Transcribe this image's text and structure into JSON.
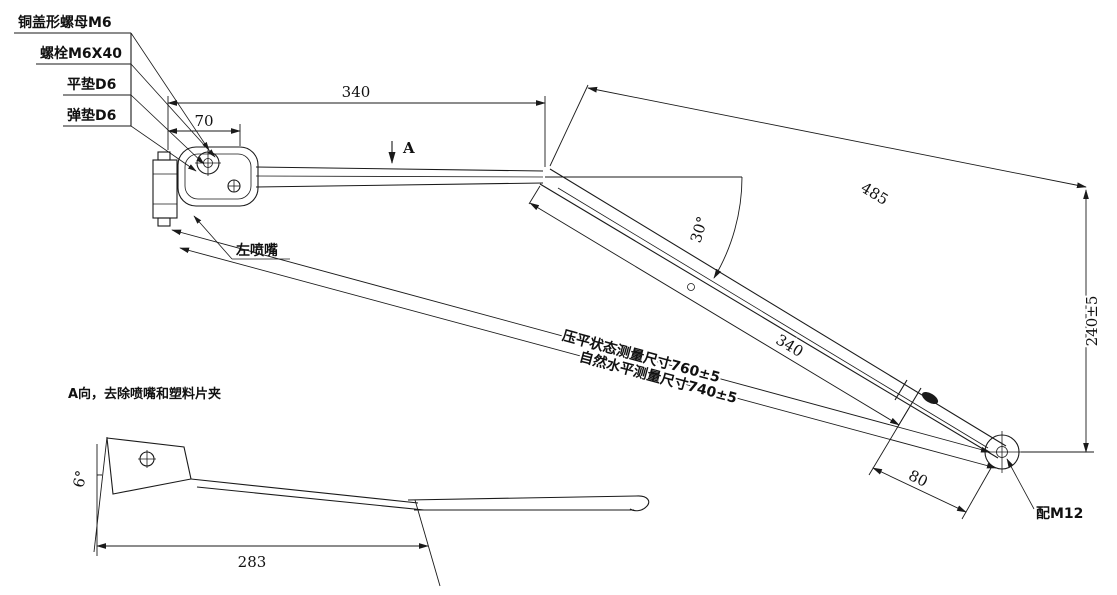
{
  "parts_list": {
    "items": [
      "铜盖形螺母M6",
      "螺栓M6X40",
      "平垫D6",
      "弹垫D6"
    ]
  },
  "callouts": {
    "left_nozzle": "左喷嘴",
    "fit": "配M12",
    "section_label": "A",
    "view_note": "A向，去除喷嘴和塑料片夹"
  },
  "dimensions": {
    "arm_top": "340",
    "head": "70",
    "blade_upper": "485",
    "bend_angle": "30°",
    "blade_lower": "340",
    "height": "240±5",
    "end_section": "80",
    "overall_flat": "压平状态测量尺寸760±5",
    "overall_natural": "自然水平测量尺寸740±5",
    "view_angle": "6°",
    "view_length": "283"
  }
}
